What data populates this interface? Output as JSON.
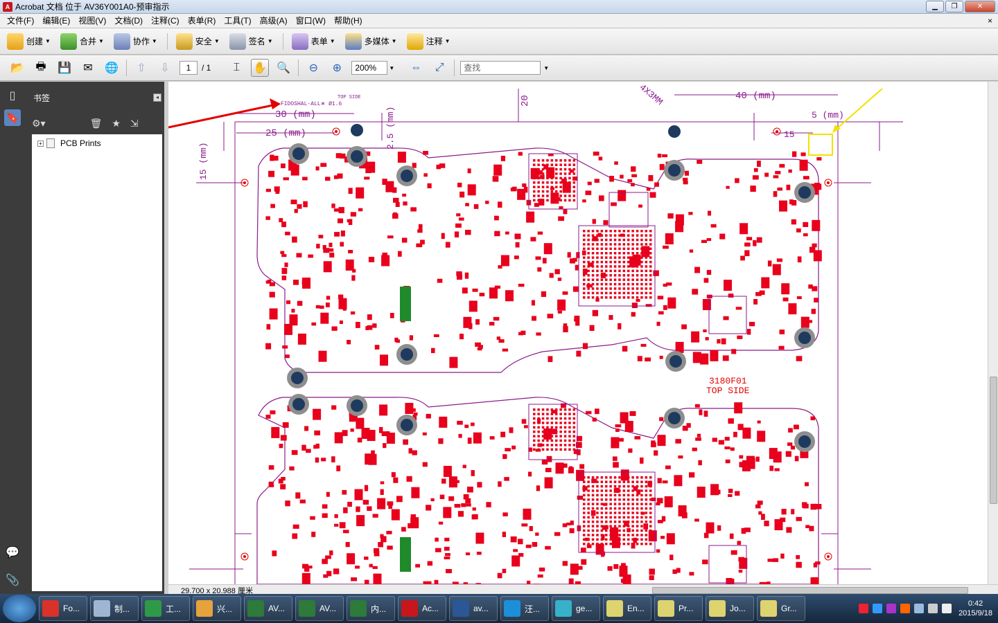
{
  "window": {
    "title": "Acrobat 文档 位于 AV36Y001A0-预审指示"
  },
  "menu": {
    "items": [
      "文件(F)",
      "编辑(E)",
      "视图(V)",
      "文档(D)",
      "注释(C)",
      "表单(R)",
      "工具(T)",
      "高级(A)",
      "窗口(W)",
      "帮助(H)"
    ],
    "close_glyph": "×"
  },
  "tasks": [
    "创建",
    "合并",
    "协作",
    "安全",
    "签名",
    "表单",
    "多媒体",
    "注释"
  ],
  "nav": {
    "page_current": "1",
    "page_total": "/ 1",
    "zoom": "200%",
    "find_placeholder": "查找"
  },
  "bookmarks": {
    "header": "书签",
    "items": [
      "PCB Prints"
    ]
  },
  "status": {
    "page_size": "29.700 x 20.988 厘米"
  },
  "drawing": {
    "labels": [
      "FIDOSHAL-ALL∗ Ø1.6",
      "TOP SIDE",
      "30 (mm)",
      "25 (mm)",
      "20",
      "2.5 (mm)",
      "5 (mm)",
      "15 (mm)",
      "4X3MM",
      "40 (mm)",
      "15",
      "3180F01",
      "TOP SIDE"
    ]
  },
  "os_taskbar": {
    "apps": [
      "Fo...",
      "制...",
      "工...",
      "兴...",
      "AV...",
      "AV...",
      "内...",
      "Ac...",
      "av...",
      "汪...",
      "ge...",
      "En...",
      "Pr...",
      "Jo...",
      "Gr..."
    ],
    "time": "0:42",
    "date": "2015/9/18"
  },
  "colors": {
    "pad_red": "#e8001c",
    "outline_purple": "#8b1a8b",
    "hole_blue": "#1e3a5f",
    "annotation_red": "#e30000",
    "highlight_yellow": "#f2e200"
  }
}
